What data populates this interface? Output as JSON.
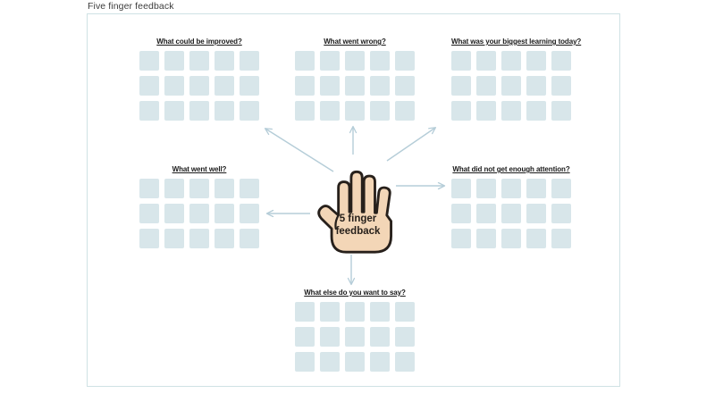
{
  "window": {
    "title": "Five finger feedback"
  },
  "board": {
    "center": {
      "line1": "5 finger",
      "line2": "feedback"
    },
    "grid": {
      "rows": 3,
      "cols": 5
    },
    "sections": [
      {
        "id": "could-be-improved",
        "label": "What could be improved?"
      },
      {
        "id": "went-wrong",
        "label": "What went wrong?"
      },
      {
        "id": "biggest-learning",
        "label": "What was your biggest learning today?"
      },
      {
        "id": "went-well",
        "label": "What went well?"
      },
      {
        "id": "not-enough-attention",
        "label": "What did not get enough attention?"
      },
      {
        "id": "else-to-say",
        "label": "What else do you want to say?"
      }
    ]
  },
  "colors": {
    "note-slot": "#d8e6ea",
    "arrow": "#b5cdd8",
    "canvas-border": "#cfe2e4",
    "hand-fill": "#f3d6b7",
    "hand-outline": "#27201b",
    "label-text": "#1a1a1a",
    "title-text": "#3d3d3d"
  }
}
